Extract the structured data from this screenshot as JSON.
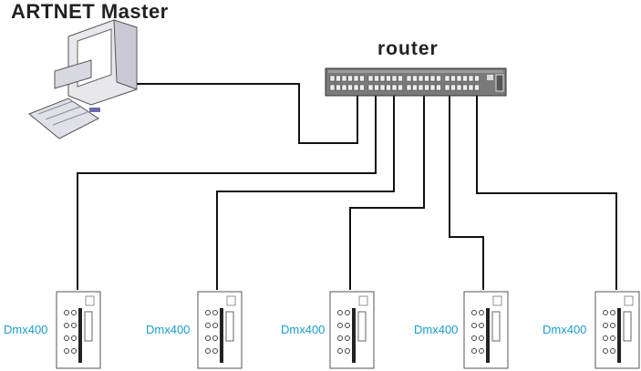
{
  "title": "ARTNET Master",
  "router_label": "router",
  "devices": [
    {
      "label": "Dmx400"
    },
    {
      "label": "Dmx400"
    },
    {
      "label": "Dmx400"
    },
    {
      "label": "Dmx400"
    },
    {
      "label": "Dmx400"
    }
  ],
  "colors": {
    "device_label": "#1a9ccc",
    "cable": "#111111"
  }
}
